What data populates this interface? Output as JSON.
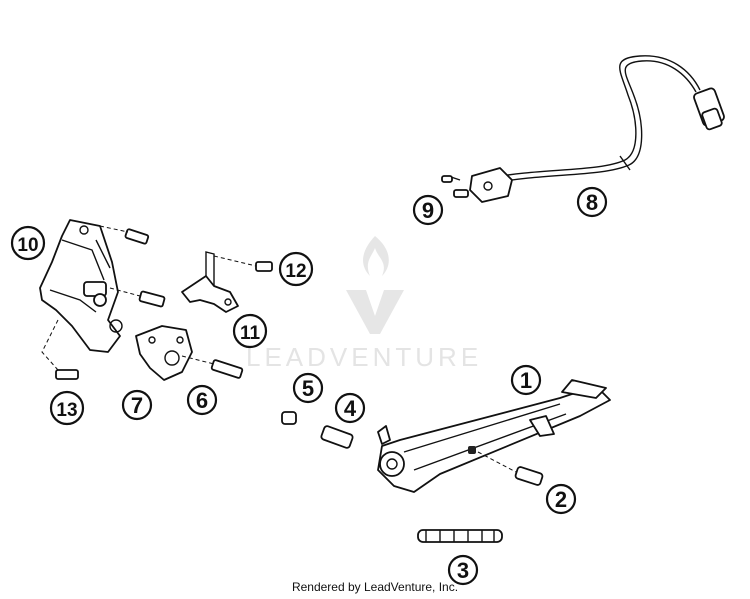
{
  "watermark": {
    "brand": "LEADVENTURE"
  },
  "footer": {
    "credit": "Rendered by LeadVenture, Inc."
  },
  "callouts": [
    {
      "label": "1"
    },
    {
      "label": "2"
    },
    {
      "label": "3"
    },
    {
      "label": "4"
    },
    {
      "label": "5"
    },
    {
      "label": "6"
    },
    {
      "label": "7"
    },
    {
      "label": "8"
    },
    {
      "label": "9"
    },
    {
      "label": "10"
    },
    {
      "label": "11"
    },
    {
      "label": "12"
    },
    {
      "label": "13"
    }
  ]
}
